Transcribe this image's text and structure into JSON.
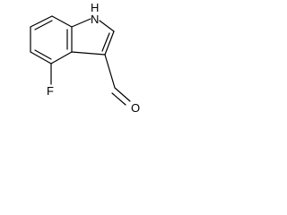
{
  "molecule": {
    "labels": {
      "nh": "H",
      "n": "N",
      "f": "F",
      "o": "O"
    }
  }
}
